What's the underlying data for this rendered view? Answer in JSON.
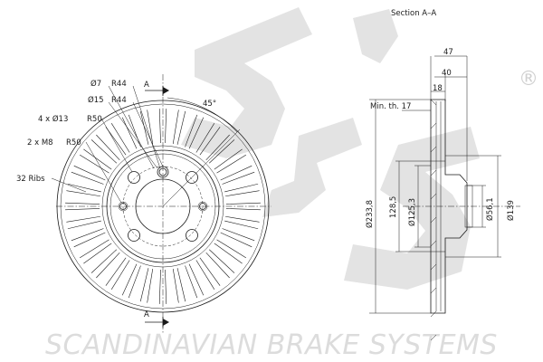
{
  "watermark": {
    "brand_footer": "SCANDINAVIAN BRAKE SYSTEMS",
    "registered": "®"
  },
  "front_view": {
    "section_marker_top": "A",
    "section_marker_bottom": "A",
    "angle": "45°",
    "callouts": {
      "diam7": "Ø7",
      "r44_top": "R44",
      "diam15": "Ø15",
      "r44_mid": "R44",
      "holes13": "4 x Ø13",
      "r50_a": "R50",
      "m8": "2 x M8",
      "r50_b": "R50",
      "ribs": "32 Ribs"
    }
  },
  "section_view": {
    "title": "Section A–A",
    "dims": {
      "w47": "47",
      "w40": "40",
      "w18": "18",
      "min_th": "Min. th. 17",
      "d233": "Ø233,8",
      "d128": "128,5",
      "d125": "Ø125,3",
      "d56": "Ø56,1",
      "d139": "Ø139"
    }
  }
}
